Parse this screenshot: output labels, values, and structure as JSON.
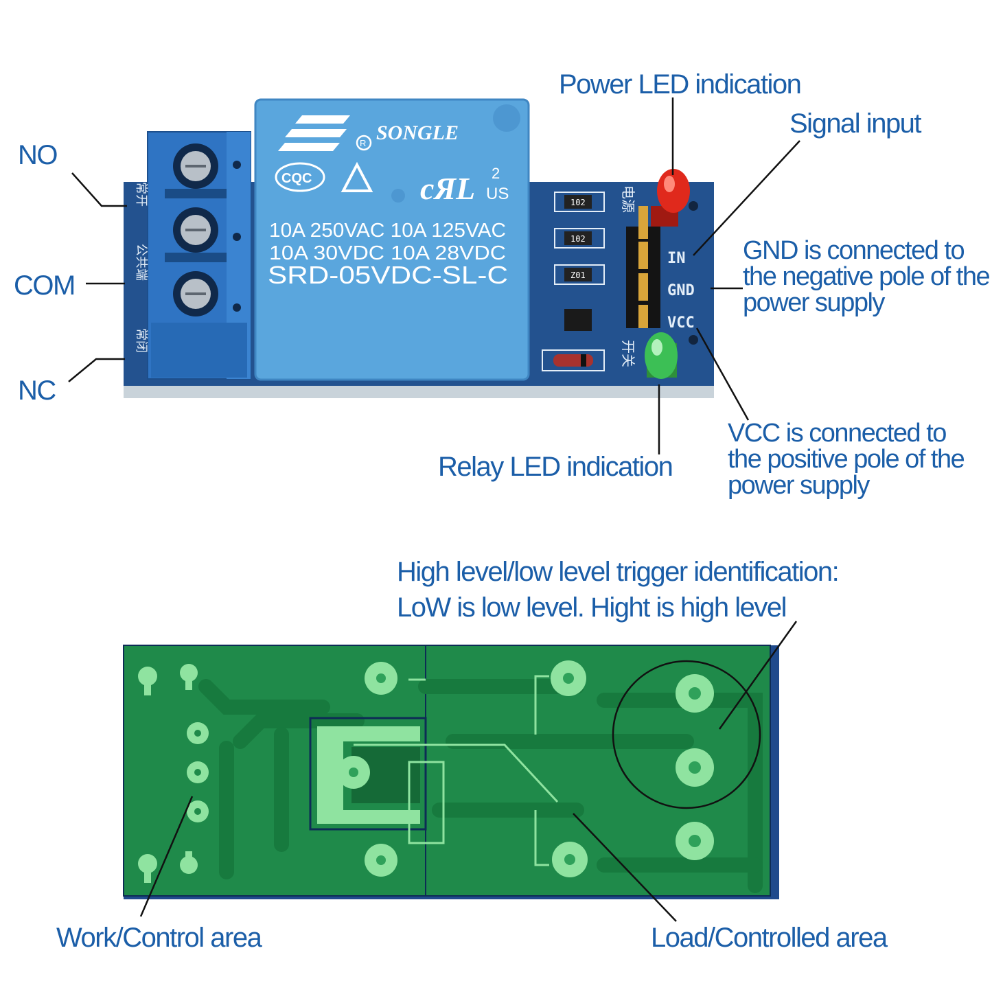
{
  "colors": {
    "label": "#1b5ea8",
    "pcb_blue": "#23528f",
    "relay_blue": "#5aa6dd",
    "terminal_blue": "#2f74c3",
    "pcb_green": "#1f8a4a",
    "pad_green": "#8fe3a0"
  },
  "labels": {
    "no": "NO",
    "com": "COM",
    "nc": "NC",
    "power_led": "Power LED indication",
    "signal_input": "Signal input",
    "gnd_note": "GND is connected to the negative pole of the power supply",
    "relay_led": "Relay LED indication",
    "vcc_note": "VCC is connected to the positive pole of the power supply",
    "trigger_id_line1": "High level/low level trigger identification:",
    "trigger_id_line2": "LoW is low level. Hight is high level",
    "work_area": "Work/Control area",
    "load_area": "Load/Controlled area"
  },
  "relay": {
    "brand": "SONGLE",
    "cqc": "CQC",
    "ul_mark": "cЯL",
    "ul_suffix": "2",
    "ul_country": "US",
    "rating_1": "10A 250VAC  10A 125VAC",
    "rating_2": "10A  30VDC  10A  28VDC",
    "model": "SRD-05VDC-SL-C"
  },
  "pcb_silk": {
    "pin_in": "IN",
    "pin_gnd": "GND",
    "pin_vcc": "VCC",
    "res_1": "102",
    "res_2": "102",
    "res_3": "Z01",
    "cn_no": "常开",
    "cn_com": "公共端",
    "cn_nc": "常闭",
    "cn_power": "电源",
    "cn_switch": "开关"
  }
}
